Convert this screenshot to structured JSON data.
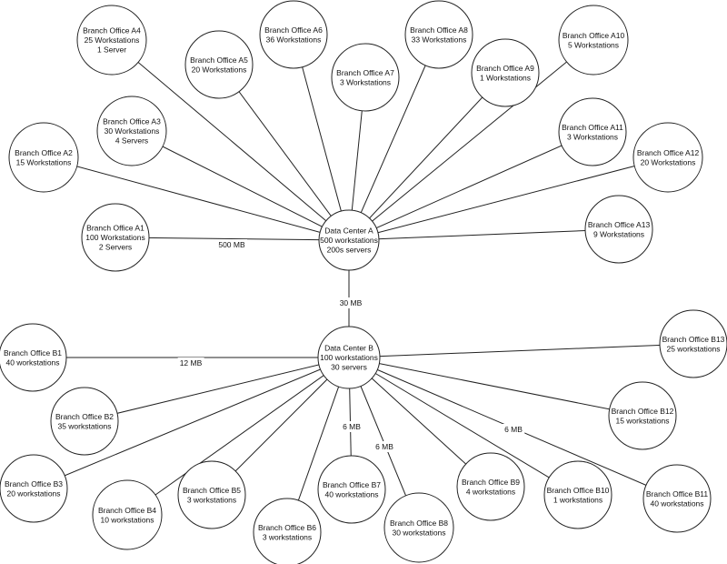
{
  "colors": {
    "line": "#222222",
    "fill": "#ffffff",
    "text": "#111111"
  },
  "nodes": [
    {
      "id": "dcA",
      "lines": [
        "Data Center A",
        "500 workstations",
        "200s servers"
      ]
    },
    {
      "id": "dcB",
      "lines": [
        "Data Center B",
        "100 workstations",
        "30 servers"
      ]
    },
    {
      "id": "A1",
      "lines": [
        "Branch Office A1",
        "100 Workstations",
        "2 Servers"
      ]
    },
    {
      "id": "A2",
      "lines": [
        "Branch Office A2",
        "15 Workstations"
      ]
    },
    {
      "id": "A3",
      "lines": [
        "Branch Office A3",
        "30 Workstations",
        "4 Servers"
      ]
    },
    {
      "id": "A4",
      "lines": [
        "Branch Office A4",
        "25 Workstations",
        "1 Server"
      ]
    },
    {
      "id": "A5",
      "lines": [
        "Branch Office A5",
        "20 Workstations"
      ]
    },
    {
      "id": "A6",
      "lines": [
        "Branch Office A6",
        "36 Workstations"
      ]
    },
    {
      "id": "A7",
      "lines": [
        "Branch Office A7",
        "3 Workstations"
      ]
    },
    {
      "id": "A8",
      "lines": [
        "Branch Office A8",
        "33 Workstations"
      ]
    },
    {
      "id": "A9",
      "lines": [
        "Branch Office A9",
        "1 Workstations"
      ]
    },
    {
      "id": "A10",
      "lines": [
        "Branch Office A10",
        "5 Workstations"
      ]
    },
    {
      "id": "A11",
      "lines": [
        "Branch Office A11",
        "3 Workstations"
      ]
    },
    {
      "id": "A12",
      "lines": [
        "Branch Office A12",
        "20 Workstations"
      ]
    },
    {
      "id": "A13",
      "lines": [
        "Branch Office A13",
        "9 Workstations"
      ]
    },
    {
      "id": "B1",
      "lines": [
        "Branch Office B1",
        "40 workstations"
      ]
    },
    {
      "id": "B2",
      "lines": [
        "Branch Office B2",
        "35 workstations"
      ]
    },
    {
      "id": "B3",
      "lines": [
        "Branch Office B3",
        "20 workstations"
      ]
    },
    {
      "id": "B4",
      "lines": [
        "Branch Office B4",
        "10 workstations"
      ]
    },
    {
      "id": "B5",
      "lines": [
        "Branch Office B5",
        "3 workstations"
      ]
    },
    {
      "id": "B6",
      "lines": [
        "Branch Office B6",
        "3 workstations"
      ]
    },
    {
      "id": "B7",
      "lines": [
        "Branch Office B7",
        "40 workstations"
      ]
    },
    {
      "id": "B8",
      "lines": [
        "Branch Office B8",
        "30 workstations"
      ]
    },
    {
      "id": "B9",
      "lines": [
        "Branch Office B9",
        "4 workstations"
      ]
    },
    {
      "id": "B10",
      "lines": [
        "Branch Office B10",
        "1 workstations"
      ]
    },
    {
      "id": "B11",
      "lines": [
        "Branch Office B11",
        "40 workstations"
      ]
    },
    {
      "id": "B12",
      "lines": [
        "Branch Office B12",
        "15 workstations"
      ]
    },
    {
      "id": "B13",
      "lines": [
        "Branch Office B13",
        "25 workstations"
      ]
    }
  ],
  "links": [
    {
      "from": "dcA",
      "to": "dcB",
      "label": "30 MB"
    },
    {
      "from": "dcA",
      "to": "A1",
      "label": "500 MB"
    },
    {
      "from": "dcA",
      "to": "A2",
      "label": ""
    },
    {
      "from": "dcA",
      "to": "A3",
      "label": ""
    },
    {
      "from": "dcA",
      "to": "A4",
      "label": ""
    },
    {
      "from": "dcA",
      "to": "A5",
      "label": ""
    },
    {
      "from": "dcA",
      "to": "A6",
      "label": ""
    },
    {
      "from": "dcA",
      "to": "A7",
      "label": ""
    },
    {
      "from": "dcA",
      "to": "A8",
      "label": ""
    },
    {
      "from": "dcA",
      "to": "A9",
      "label": ""
    },
    {
      "from": "dcA",
      "to": "A10",
      "label": ""
    },
    {
      "from": "dcA",
      "to": "A11",
      "label": ""
    },
    {
      "from": "dcA",
      "to": "A12",
      "label": ""
    },
    {
      "from": "dcA",
      "to": "A13",
      "label": ""
    },
    {
      "from": "dcB",
      "to": "B1",
      "label": "12 MB"
    },
    {
      "from": "dcB",
      "to": "B2",
      "label": ""
    },
    {
      "from": "dcB",
      "to": "B3",
      "label": ""
    },
    {
      "from": "dcB",
      "to": "B4",
      "label": ""
    },
    {
      "from": "dcB",
      "to": "B5",
      "label": ""
    },
    {
      "from": "dcB",
      "to": "B6",
      "label": ""
    },
    {
      "from": "dcB",
      "to": "B7",
      "label": "6 MB"
    },
    {
      "from": "dcB",
      "to": "B8",
      "label": "6 MB"
    },
    {
      "from": "dcB",
      "to": "B9",
      "label": ""
    },
    {
      "from": "dcB",
      "to": "B10",
      "label": ""
    },
    {
      "from": "dcB",
      "to": "B11",
      "label": "6 MB"
    },
    {
      "from": "dcB",
      "to": "B12",
      "label": ""
    },
    {
      "from": "dcB",
      "to": "B13",
      "label": ""
    }
  ]
}
